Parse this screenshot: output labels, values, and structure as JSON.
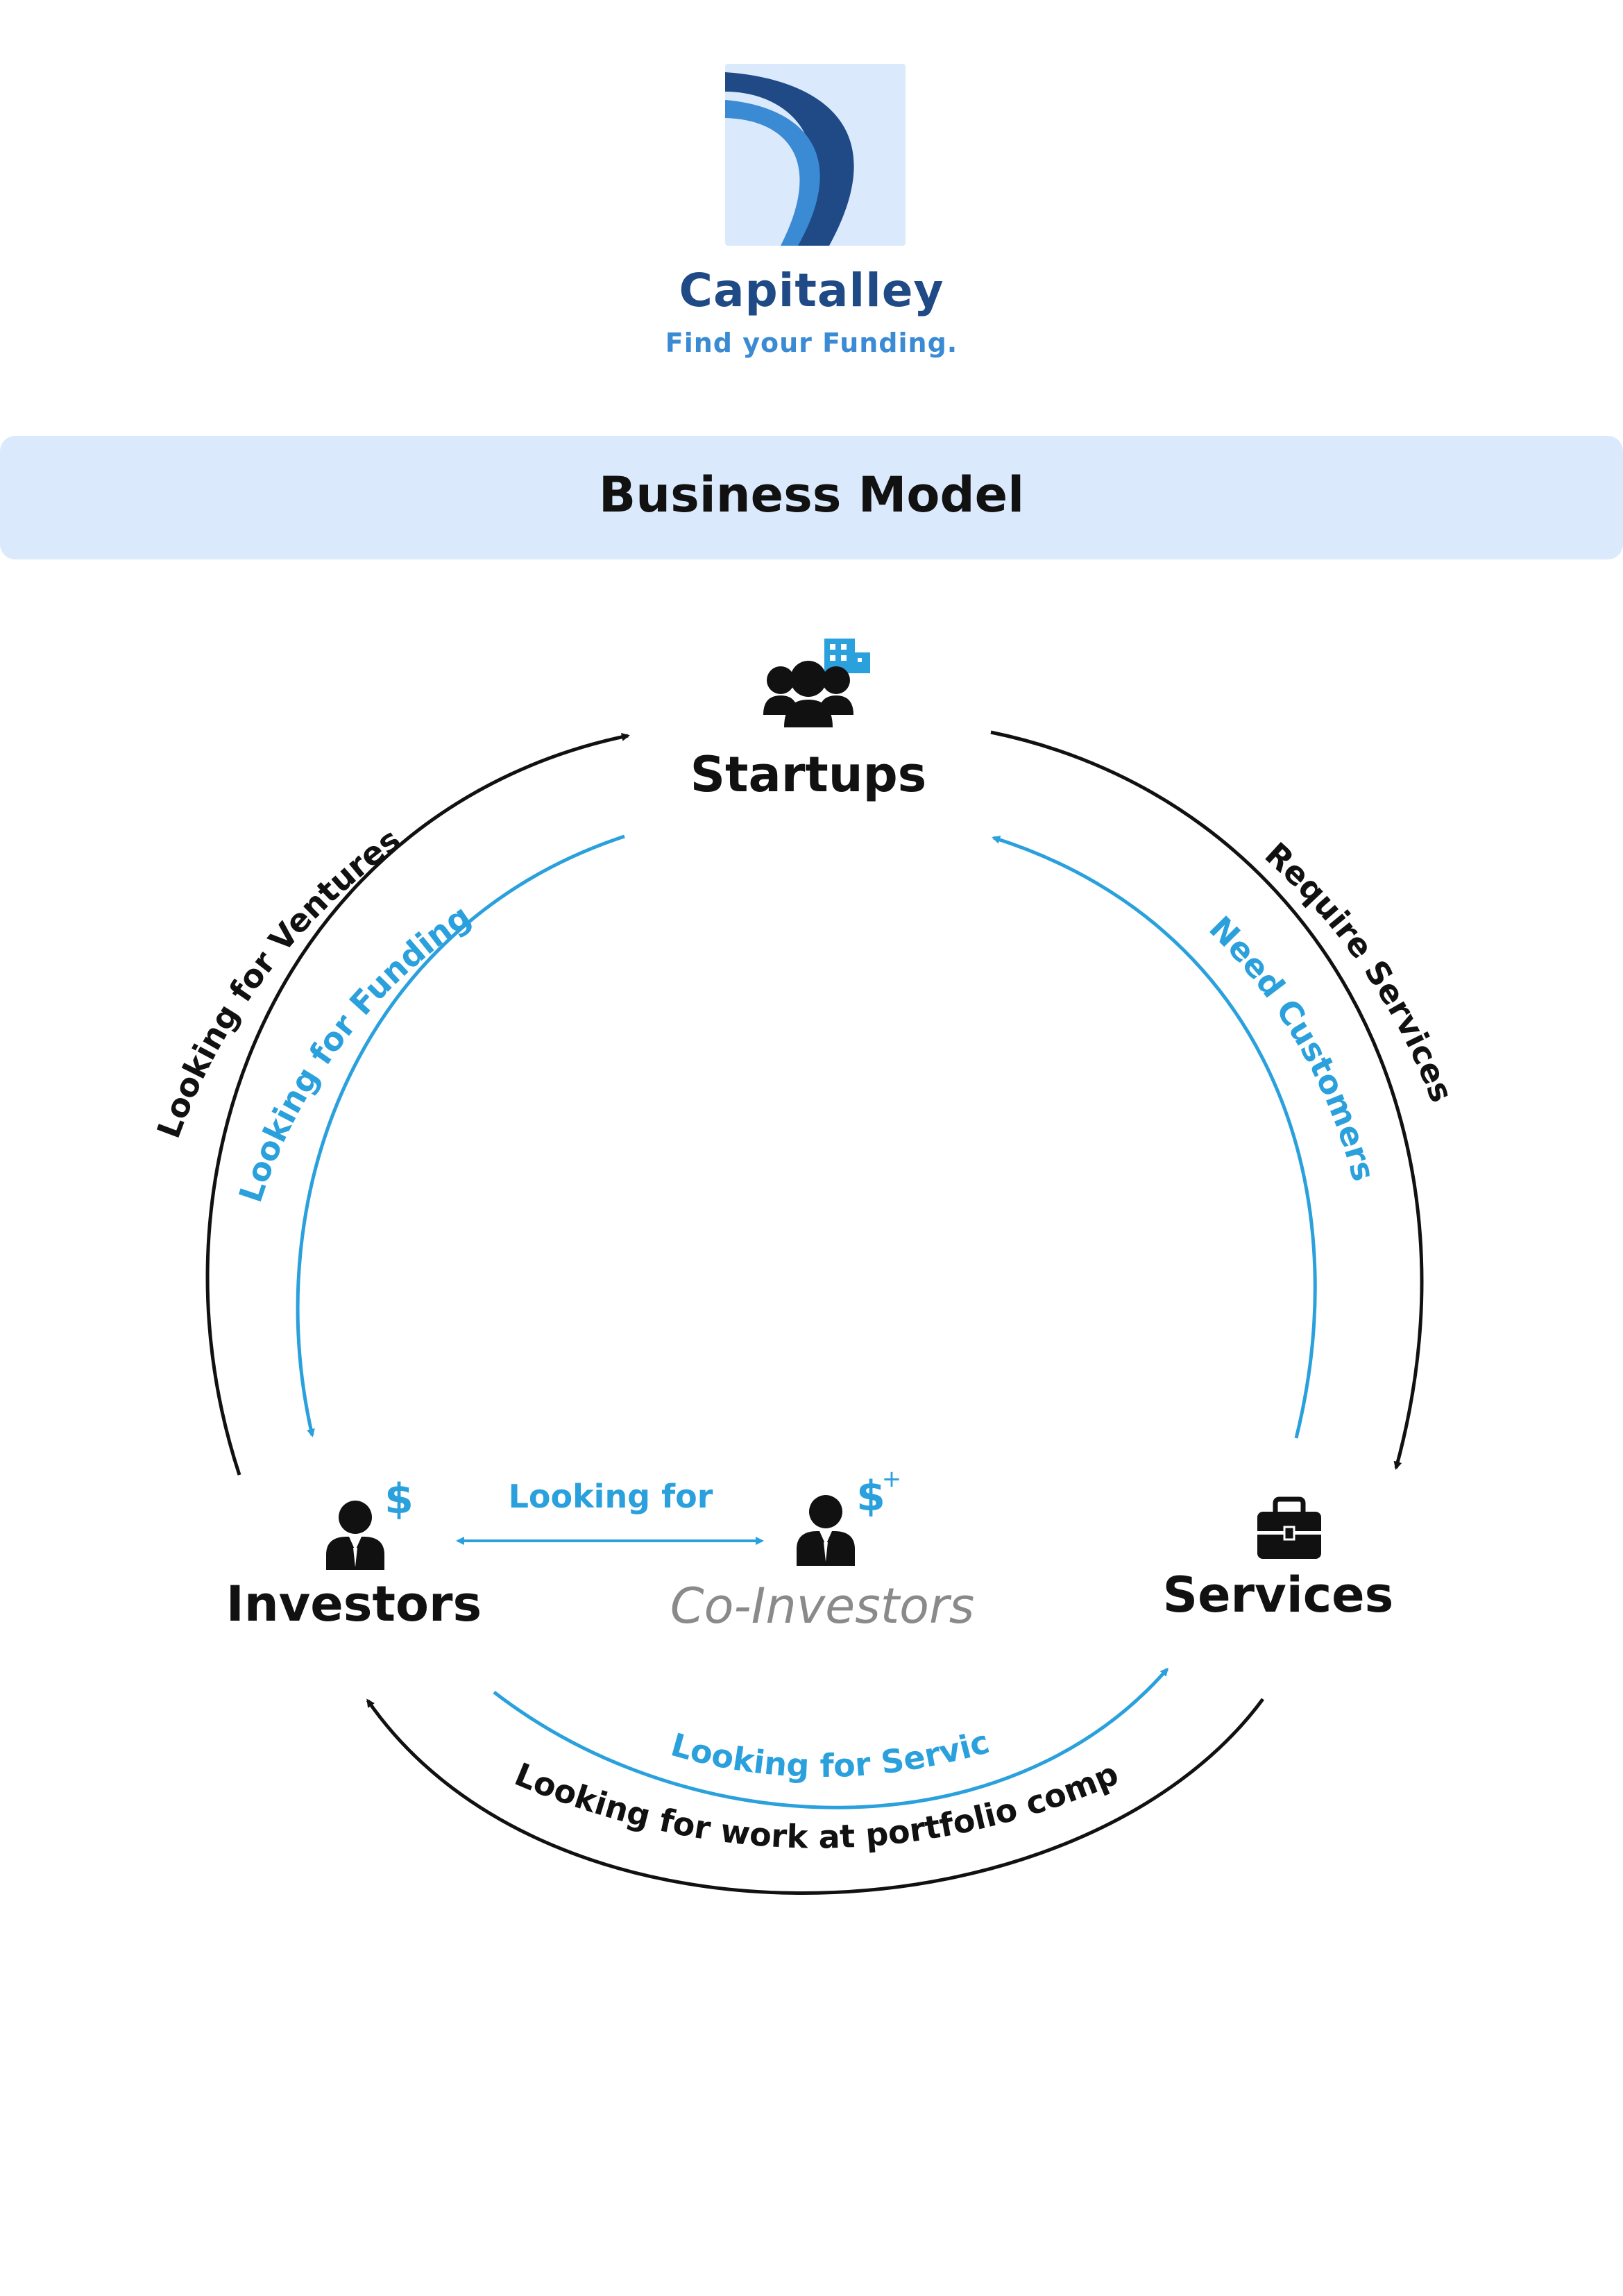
{
  "brand": {
    "name": "Capitalley",
    "tagline": "Find your Funding.",
    "logo_icon": "swoosh-logo-icon"
  },
  "banner": {
    "title": "Business Model"
  },
  "colors": {
    "brand_dark": "#1f4a85",
    "brand_light": "#3a8ad4",
    "banner_bg": "#dbe9fc",
    "accent_blue": "#2aa0dc",
    "black": "#111111",
    "muted": "#8a8a8a"
  },
  "nodes": {
    "startups": {
      "label": "Startups",
      "icon": "team-building-icon"
    },
    "investors": {
      "label": "Investors",
      "icon": "investor-dollar-icon"
    },
    "co_investors": {
      "label": "Co-Investors",
      "icon": "investor-dollar-plus-icon"
    },
    "services": {
      "label": "Services",
      "icon": "briefcase-icon"
    }
  },
  "edges": {
    "looking_for_ventures": "Looking for Ventures",
    "looking_for_funding": "Looking for Funding",
    "require_services": "Require Services",
    "need_customers": "Need Customers",
    "looking_for": "Looking for",
    "looking_for_services": "Looking for Services",
    "looking_for_work": "Looking for work at portfolio companies"
  }
}
